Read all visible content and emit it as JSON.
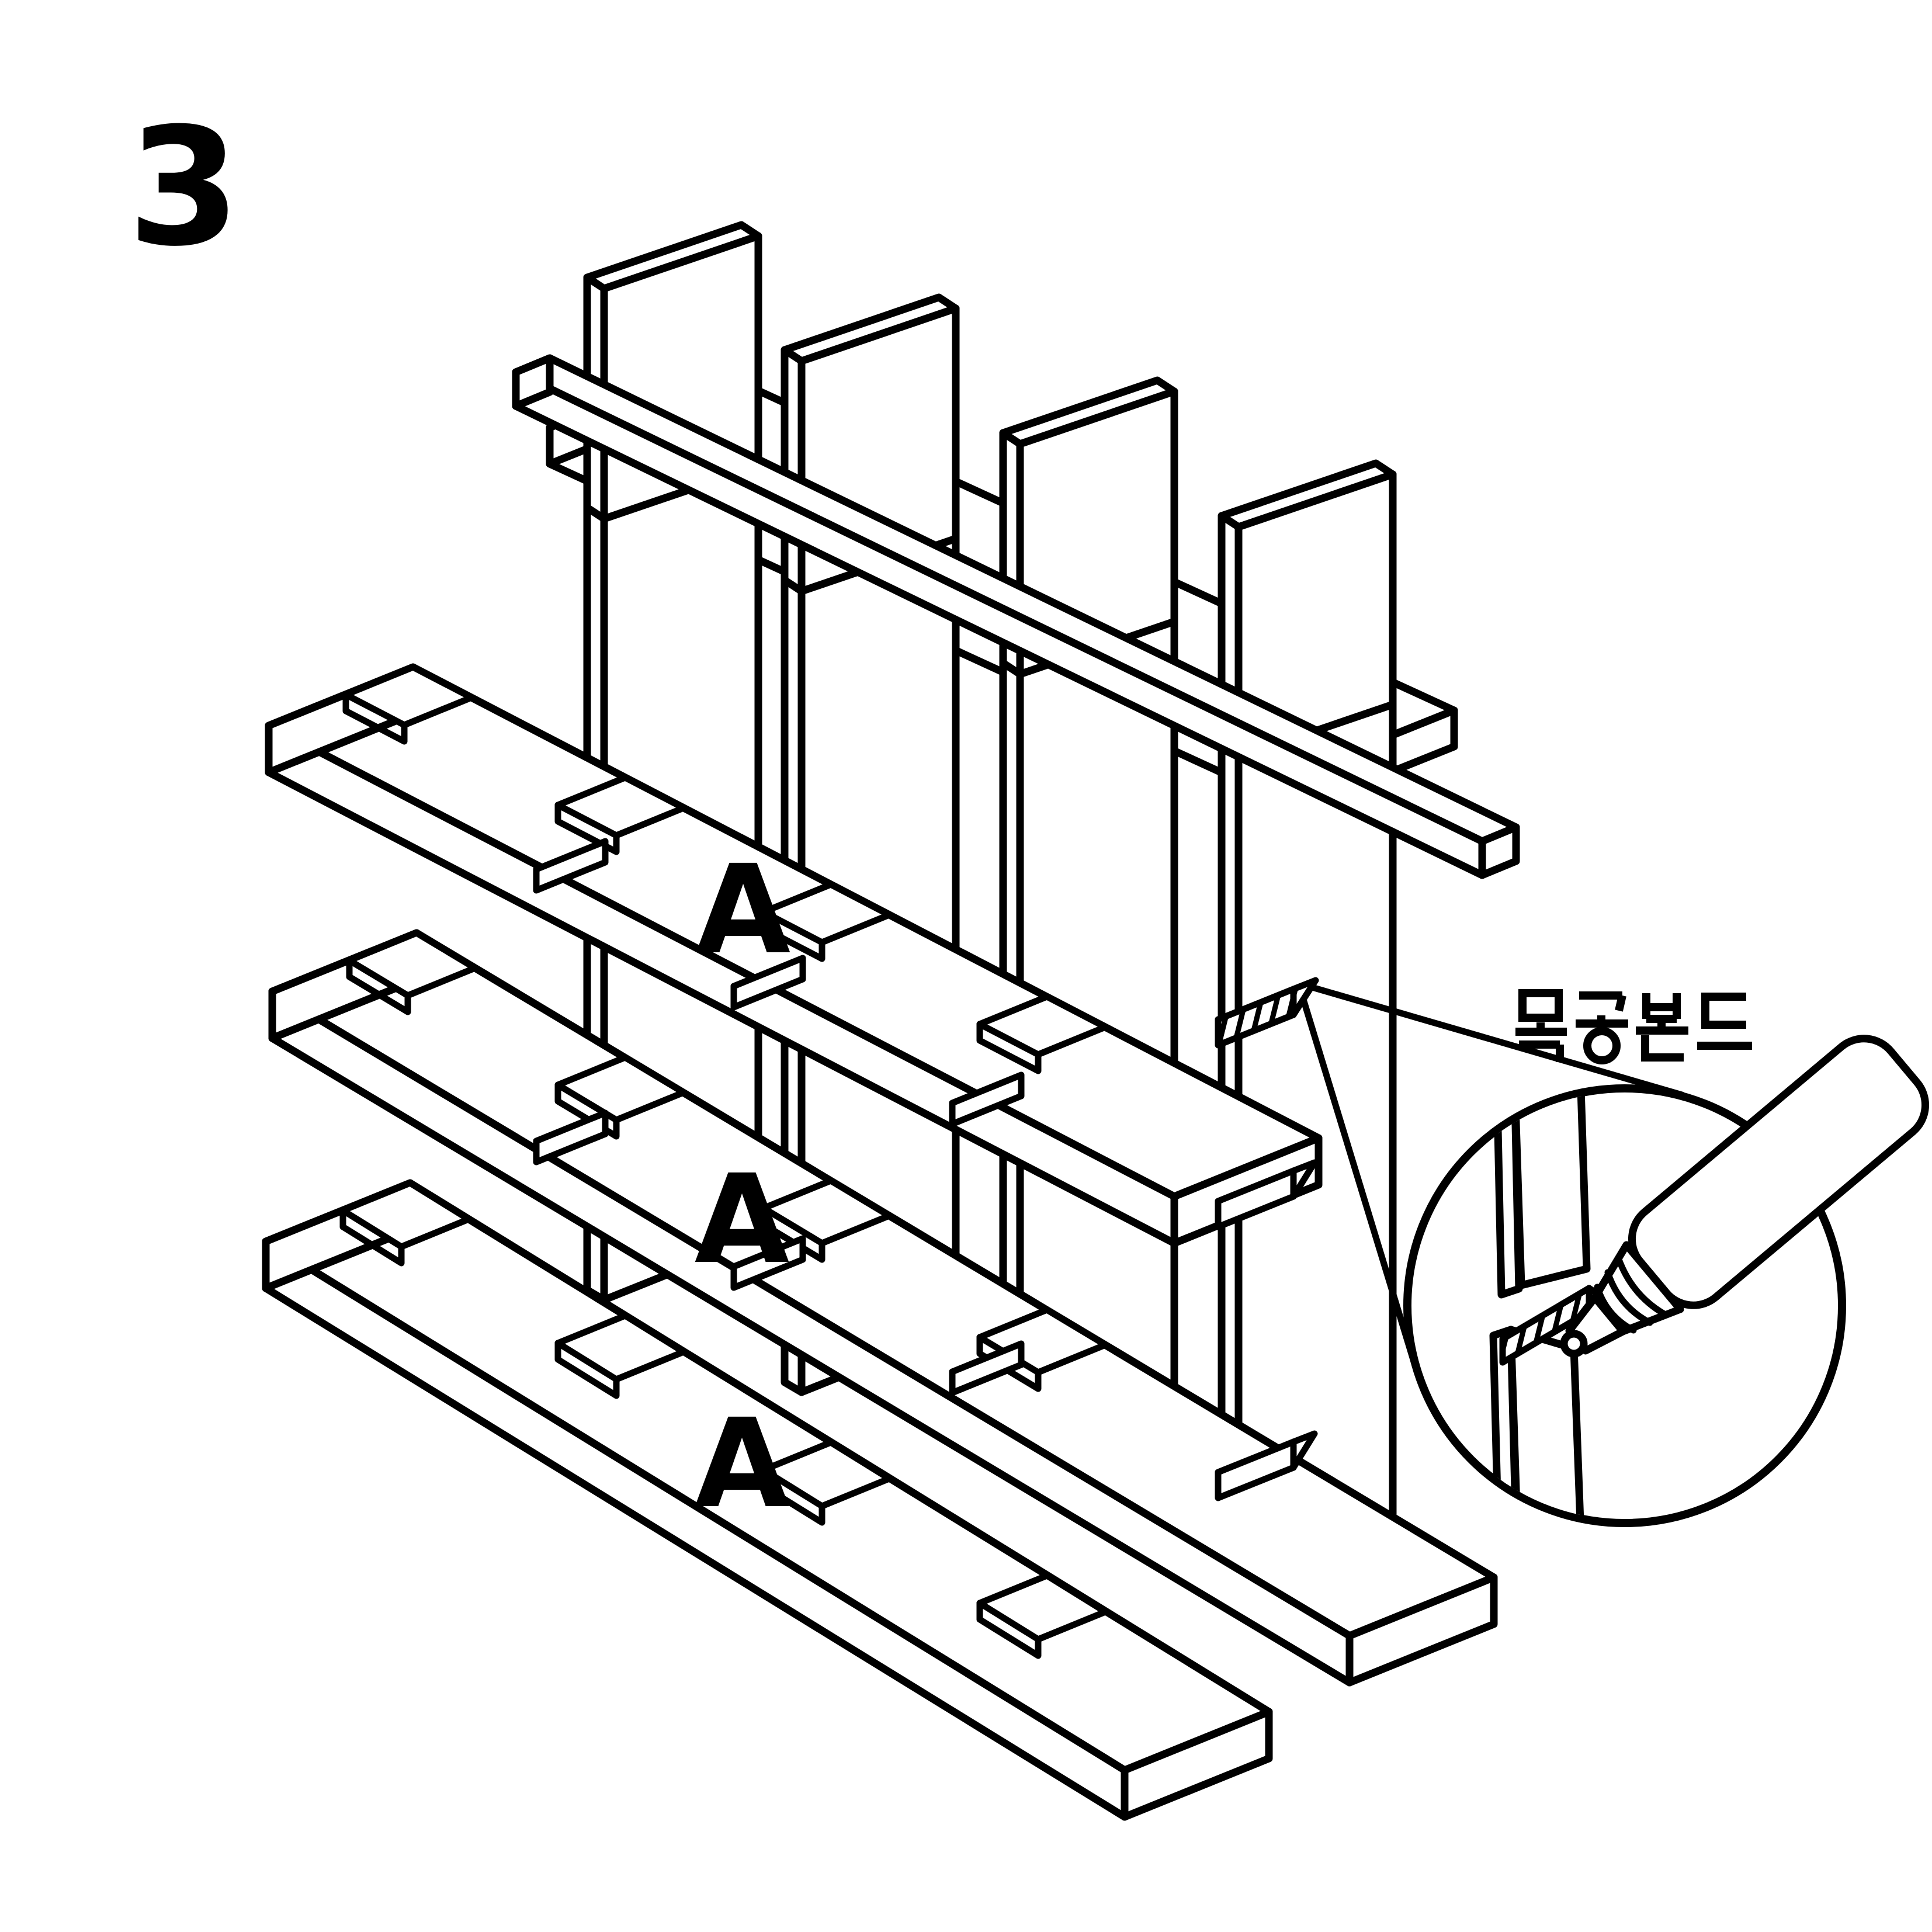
{
  "page": {
    "background_color": "#ffffff",
    "line_color": "#000000",
    "type_label": "assembly-instruction-step"
  },
  "step": {
    "number": "3"
  },
  "diagram": {
    "shelves": [
      {
        "label": "A"
      },
      {
        "label": "A"
      },
      {
        "label": "A"
      }
    ],
    "glue_annotation": {
      "label": "목공본드"
    },
    "callout": {
      "icon": "glue-bottle-icon",
      "glue_surface_style": "hatched",
      "shape": "magnifier-circle"
    }
  }
}
